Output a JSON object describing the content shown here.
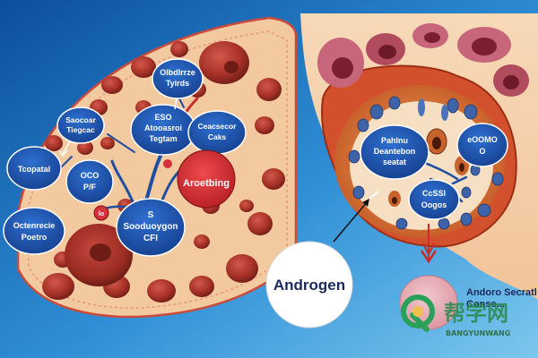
{
  "left_panel": {
    "labels": [
      {
        "id": "top",
        "lines": [
          "Olbdlrrze",
          "Tyirds"
        ]
      },
      {
        "id": "upper_left",
        "lines": [
          "Saocoar",
          "Tiegcac"
        ]
      },
      {
        "id": "center_top",
        "lines": [
          "ESO",
          "Atooasroi",
          "Tegtam"
        ]
      },
      {
        "id": "upper_right",
        "lines": [
          "Ceacsecor",
          "Caks"
        ]
      },
      {
        "id": "mid_left",
        "lines": [
          "Tcopatal"
        ]
      },
      {
        "id": "mid",
        "lines": [
          "OCO",
          "P/F"
        ]
      },
      {
        "id": "red_circle",
        "lines": [
          "Aroetbing"
        ]
      },
      {
        "id": "small_red",
        "lines": [
          "lo"
        ]
      },
      {
        "id": "bottom_left",
        "lines": [
          "Octenrecie",
          "Poetro"
        ]
      },
      {
        "id": "bottom_center",
        "lines": [
          "S",
          "Sooduoygon",
          "CFI"
        ]
      }
    ]
  },
  "right_panel": {
    "labels": [
      {
        "id": "left_oval",
        "lines": [
          "Pahlnu",
          "Deantebon",
          "seatat"
        ]
      },
      {
        "id": "right_oval",
        "lines": [
          "eOOMO",
          "O"
        ]
      },
      {
        "id": "bottom_oval",
        "lines": [
          "CcSSI",
          "Oogos"
        ]
      }
    ]
  },
  "callouts": {
    "androgen": "Androgen",
    "secretion_line1": "Andoro Secratl",
    "secretion_line2": "Conse..."
  },
  "watermark": {
    "cn": "帮学网",
    "en": "BANGYUNWANG"
  },
  "colors": {
    "background_blue": "#1e5fa8",
    "tissue": "#f3c9a0",
    "cell_red": "#a83228",
    "label_blue": "#1d4fa6",
    "vessel_red": "#c92a2a"
  }
}
